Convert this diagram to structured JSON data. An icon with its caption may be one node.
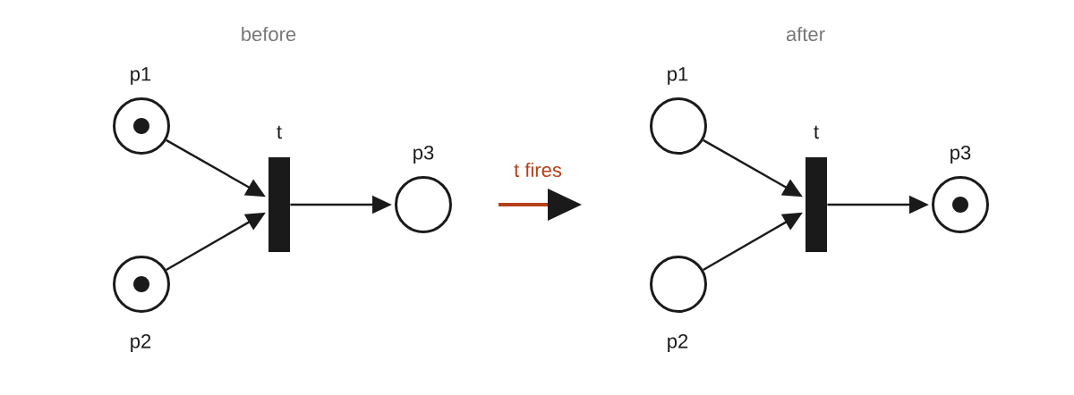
{
  "diagram": {
    "nodes": [
      {
        "text": [
          "p1"
        ]
      },
      {
        "text": [],
        "shape": "circle",
        "in": 0
      },
      {
        "text": [
          "t"
        ]
      },
      {
        "text": [
          "p3"
        ]
      },
      {
        "text": [
          "p2"
        ]
      },
      {
        "text": [],
        "shape": "circle",
        "in": 4
      },
      {
        "text": [
          "p1"
        ]
      },
      {
        "text": [
          "t"
        ]
      },
      {
        "text": [
          "p3"
        ]
      },
      {
        "text": [],
        "shape": "circle",
        "in": 8
      },
      {
        "text": [
          "p2"
        ]
      }
    ],
    "edges": [
      {
        "from": 0,
        "to": 2,
        "arrow": "to"
      },
      {
        "from": 4,
        "to": 2,
        "arrow": "to"
      },
      {
        "from": 2,
        "to": 3,
        "arrow": "to"
      },
      {
        "from": 6,
        "to": 7,
        "arrow": "to"
      },
      {
        "from": 10,
        "to": 7,
        "arrow": "to"
      },
      {
        "from": 7,
        "to": 8,
        "arrow": "to"
      }
    ],
    "labels": [
      "before",
      "t fires",
      "after"
    ]
  }
}
